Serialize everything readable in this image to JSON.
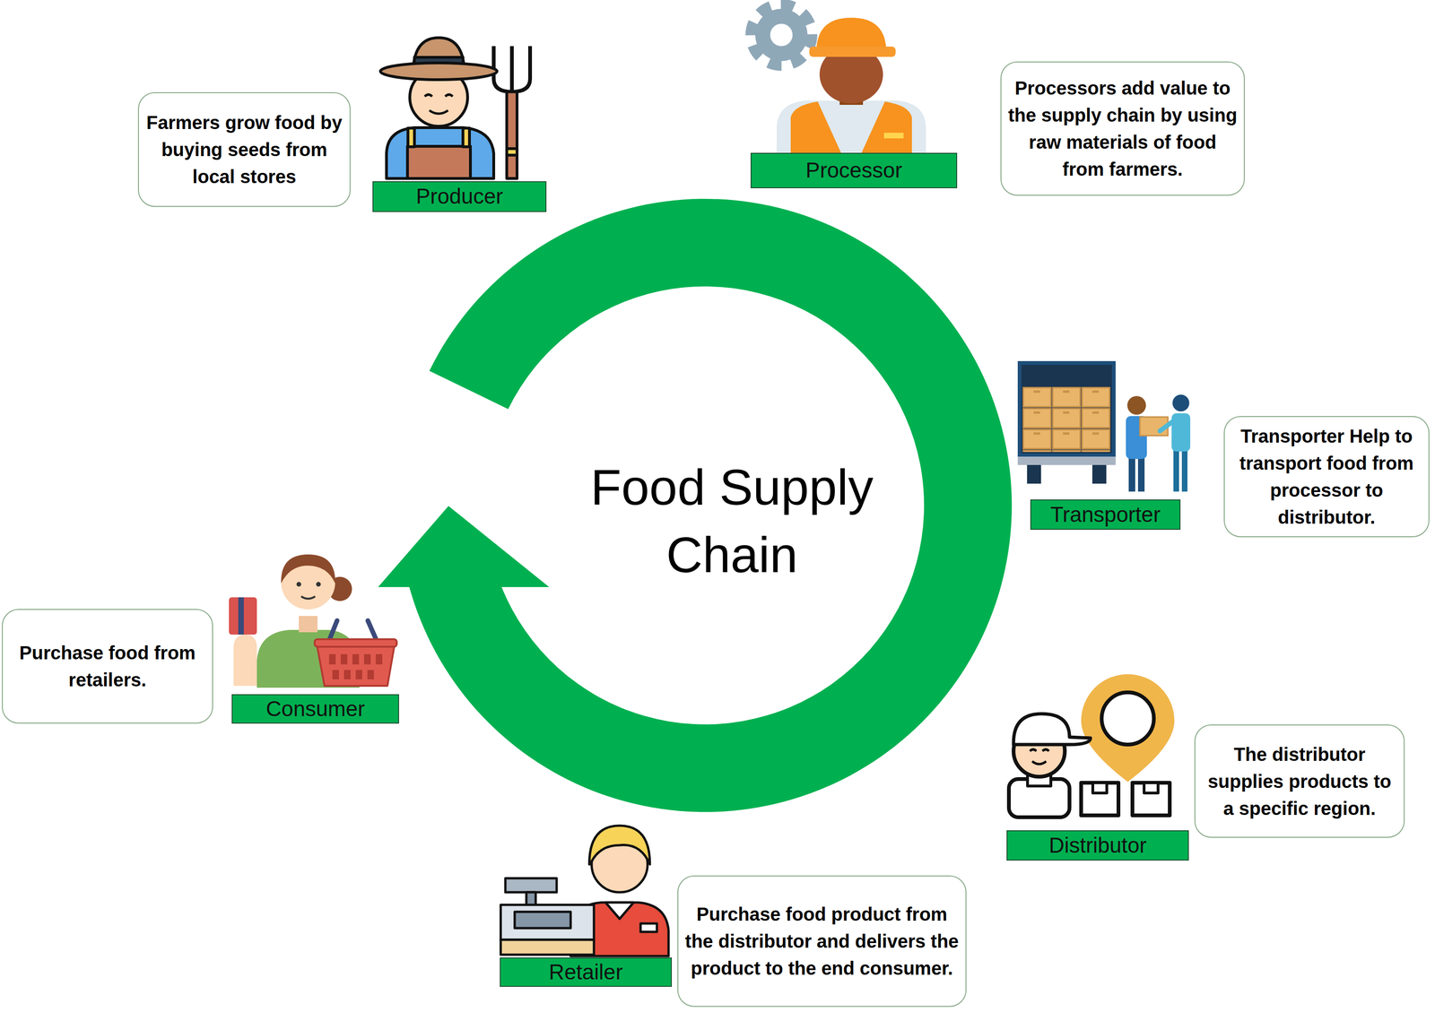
{
  "diagram": {
    "title": "Food Supply Chain",
    "nodes": [
      {
        "text": [
          "Farmers grow food by buying seeds from local stores"
        ]
      },
      {
        "text": [
          "Producer"
        ]
      },
      {
        "text": [
          "Processor"
        ]
      },
      {
        "text": [
          "Processors add value to the supply chain by using raw materials of food from farmers."
        ]
      },
      {
        "text": [
          "Transporter"
        ]
      },
      {
        "text": [
          "Transporter Help to transport food from processor to distributor."
        ]
      },
      {
        "text": [
          "Distributor"
        ]
      },
      {
        "text": [
          "The distributor supplies products to a specific region."
        ]
      },
      {
        "text": [
          "Retailer"
        ]
      },
      {
        "text": [
          "Purchase food product from the distributor and delivers the product to the end consumer."
        ]
      },
      {
        "text": [
          "Consumer"
        ]
      },
      {
        "text": [
          "Purchase food from retailers."
        ]
      }
    ]
  }
}
